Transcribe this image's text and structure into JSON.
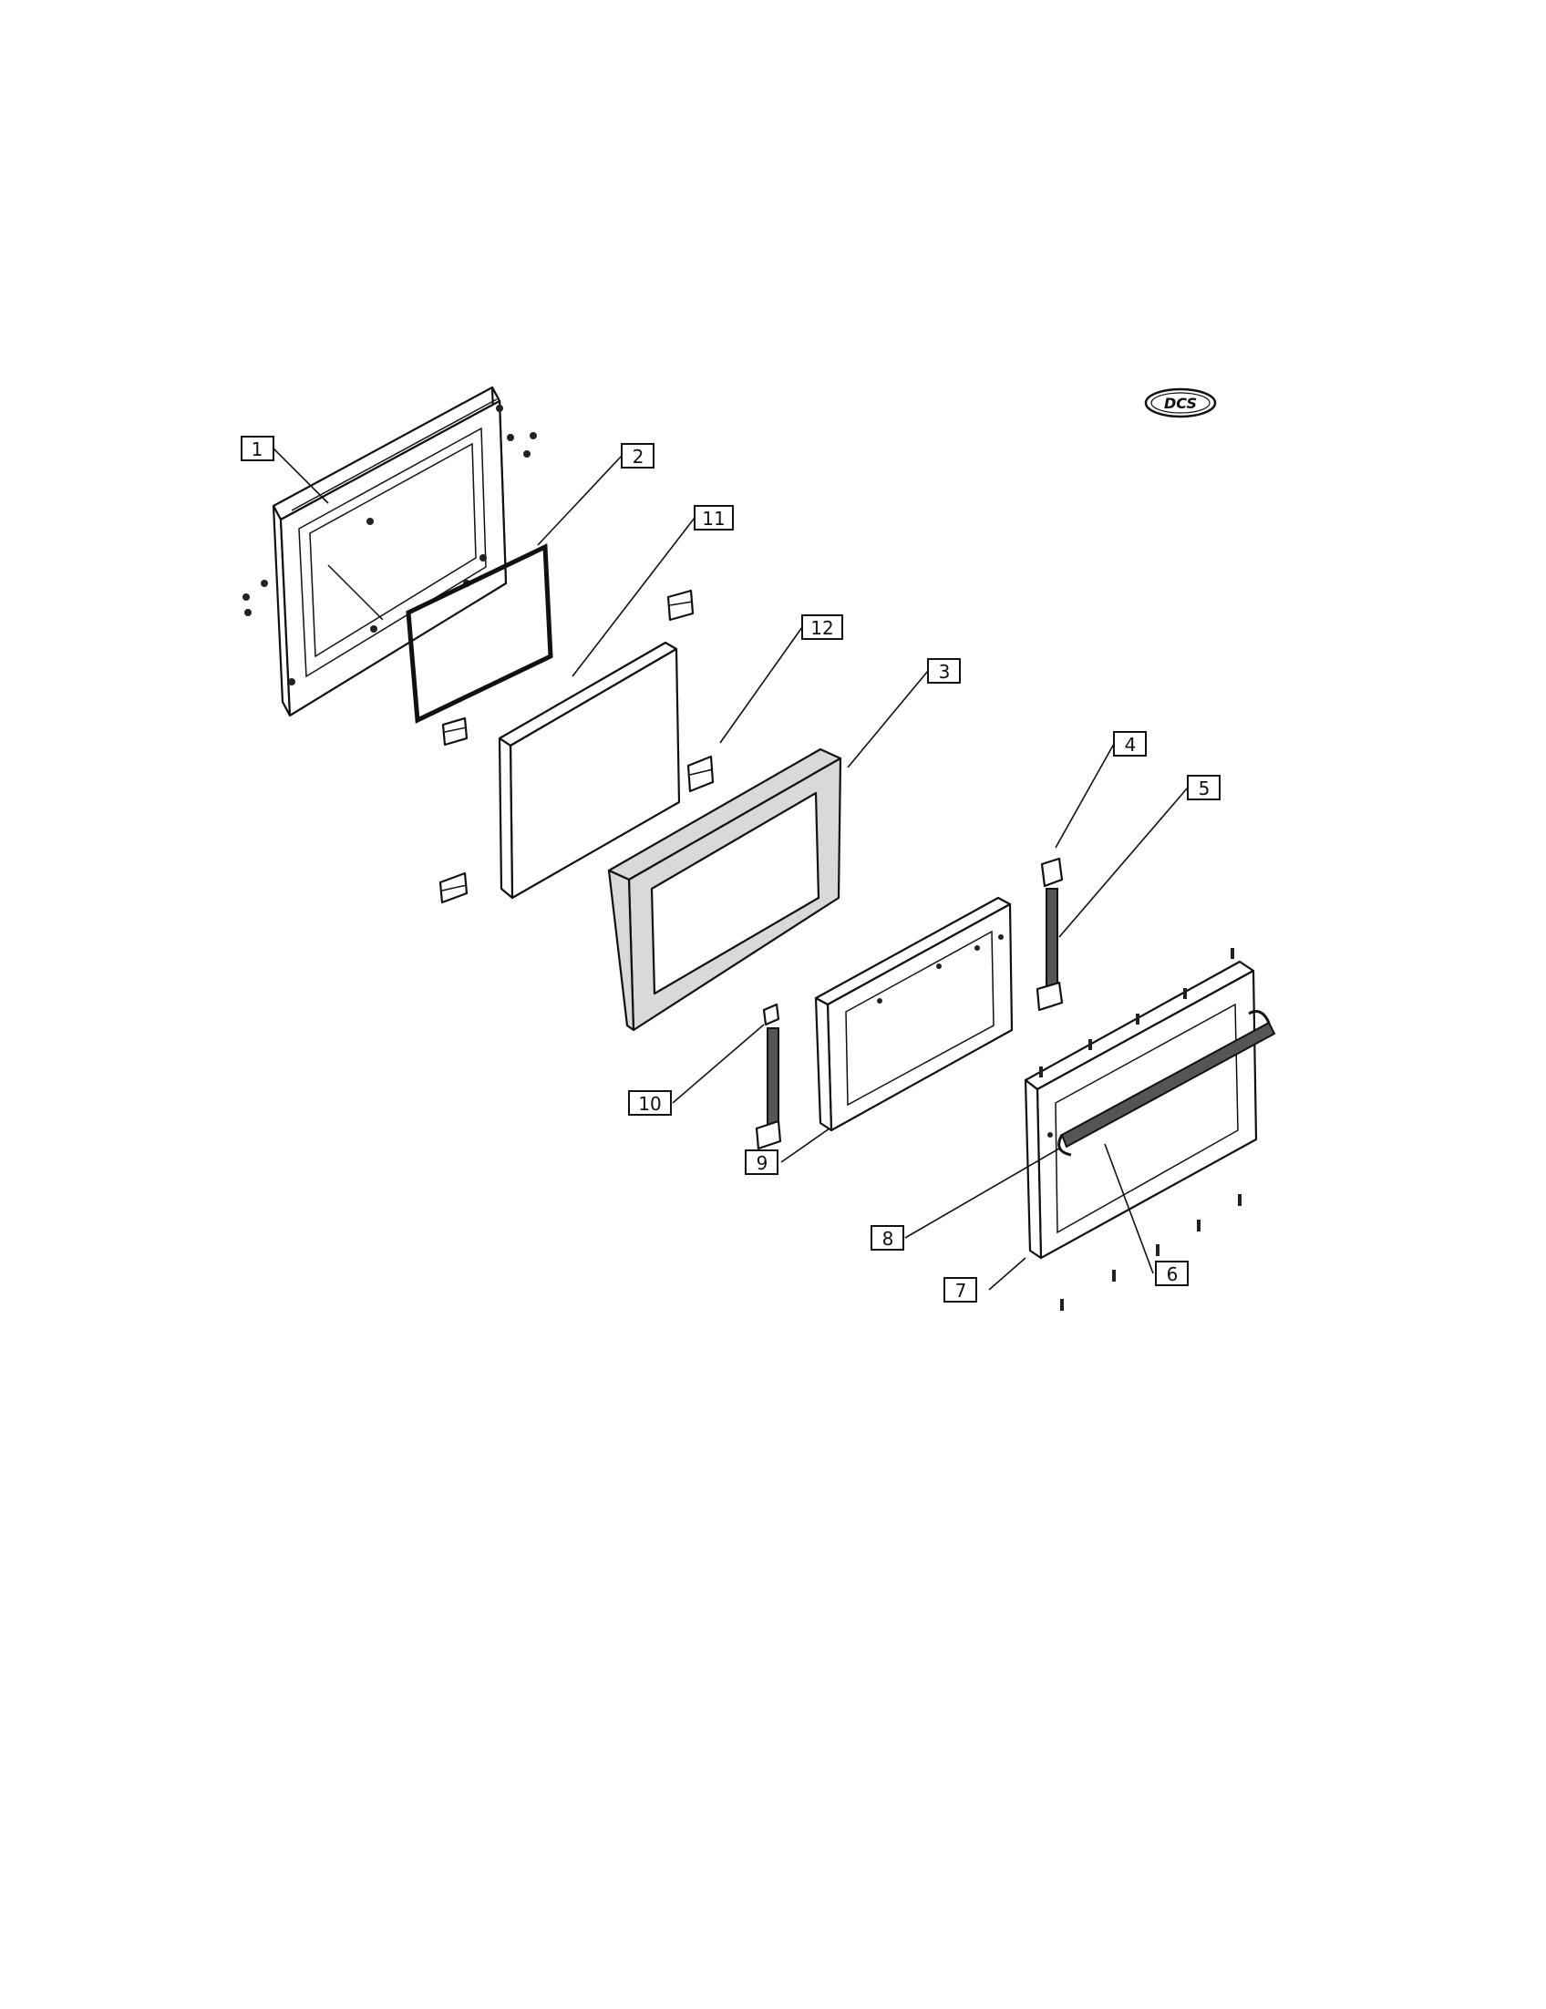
{
  "logo": {
    "text": "DCS"
  },
  "callouts": [
    {
      "id": "c1",
      "label": "1"
    },
    {
      "id": "c2",
      "label": "2"
    },
    {
      "id": "c11",
      "label": "11"
    },
    {
      "id": "c12",
      "label": "12"
    },
    {
      "id": "c3",
      "label": "3"
    },
    {
      "id": "c4",
      "label": "4"
    },
    {
      "id": "c5",
      "label": "5"
    },
    {
      "id": "c10",
      "label": "10"
    },
    {
      "id": "c9",
      "label": "9"
    },
    {
      "id": "c8",
      "label": "8"
    },
    {
      "id": "c7",
      "label": "7"
    },
    {
      "id": "c6",
      "label": "6"
    }
  ]
}
